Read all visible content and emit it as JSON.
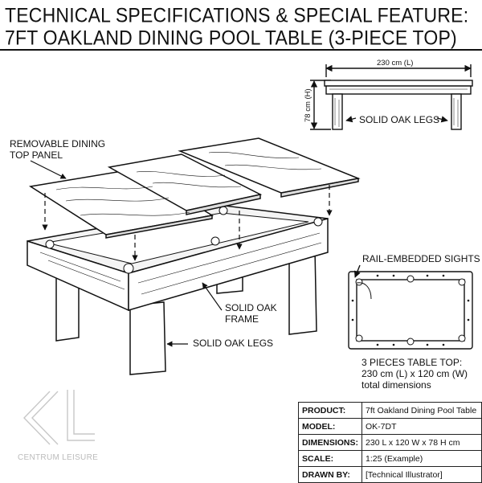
{
  "title": {
    "line1": "TECHNICAL SPECIFICATIONS & SPECIAL FEATURE:",
    "line2": "7FT OAKLAND DINING POOL TABLE (3-PIECE TOP)"
  },
  "side_view": {
    "length_label": "230 cm (L)",
    "height_label": "78 cm (H)",
    "legs_label": "SOLID OAK LEGS"
  },
  "main_view": {
    "top_panel_label": [
      "REMOVABLE DINING",
      "TOP PANEL"
    ],
    "frame_label": [
      "SOLID OAK",
      "FRAME"
    ],
    "legs_label": "SOLID OAK LEGS"
  },
  "plan_view": {
    "sights_label": "RAIL-EMBEDDED SIGHTS",
    "dimensions_note": [
      "3 PIECES TABLE TOP:",
      "230 cm (L) x 120 cm (W)",
      "total dimensions"
    ]
  },
  "spec_table": [
    {
      "key": "PRODUCT:",
      "value": "7ft Oakland Dining Pool Table"
    },
    {
      "key": "MODEL:",
      "value": "OK-7DT"
    },
    {
      "key": "DIMENSIONS:",
      "value": "230 L x 120 W x 78 H cm"
    },
    {
      "key": "SCALE:",
      "value": "1:25 (Example)"
    },
    {
      "key": "DRAWN BY:",
      "value": "[Technical Illustrator]"
    }
  ],
  "brand": {
    "name": "CENTRUM LEISURE",
    "logo_color": "#c8c8c8"
  }
}
